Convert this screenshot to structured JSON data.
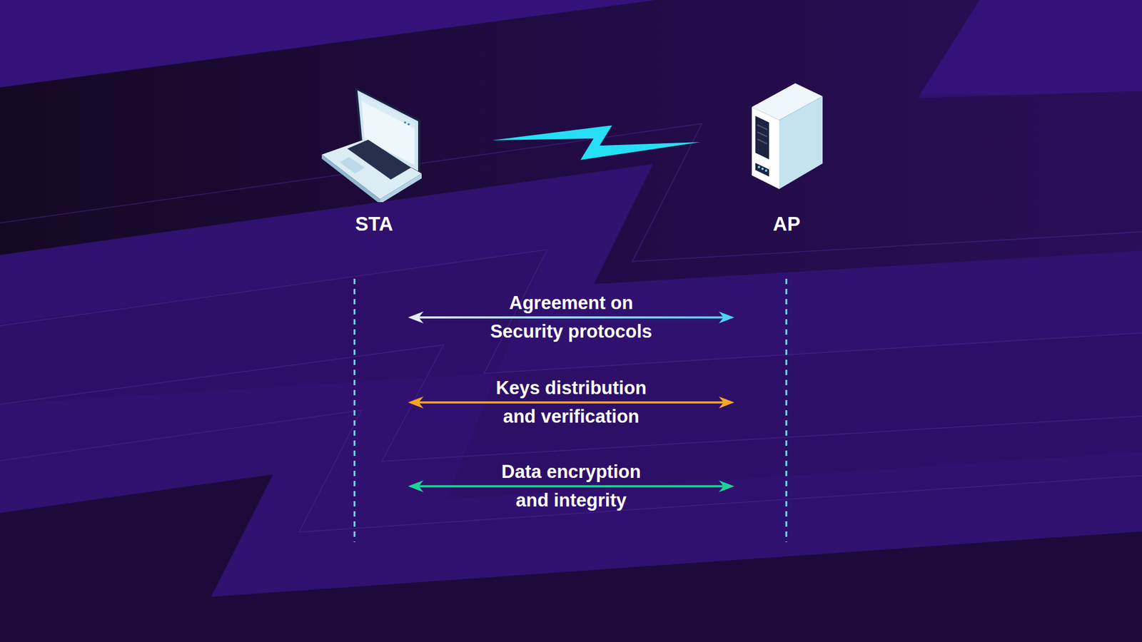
{
  "diagram": {
    "nodes": [
      {
        "text": [
          "STA"
        ]
      },
      {
        "text": [
          "AP"
        ]
      }
    ],
    "edges": [
      {
        "from": 0,
        "to": 1,
        "arrow": "both",
        "label": "Agreement on Security protocols"
      },
      {
        "from": 0,
        "to": 1,
        "arrow": "both",
        "label": "Keys distribution and verification"
      },
      {
        "from": 0,
        "to": 1,
        "arrow": "both",
        "label": "Data encryption and integrity"
      }
    ]
  }
}
